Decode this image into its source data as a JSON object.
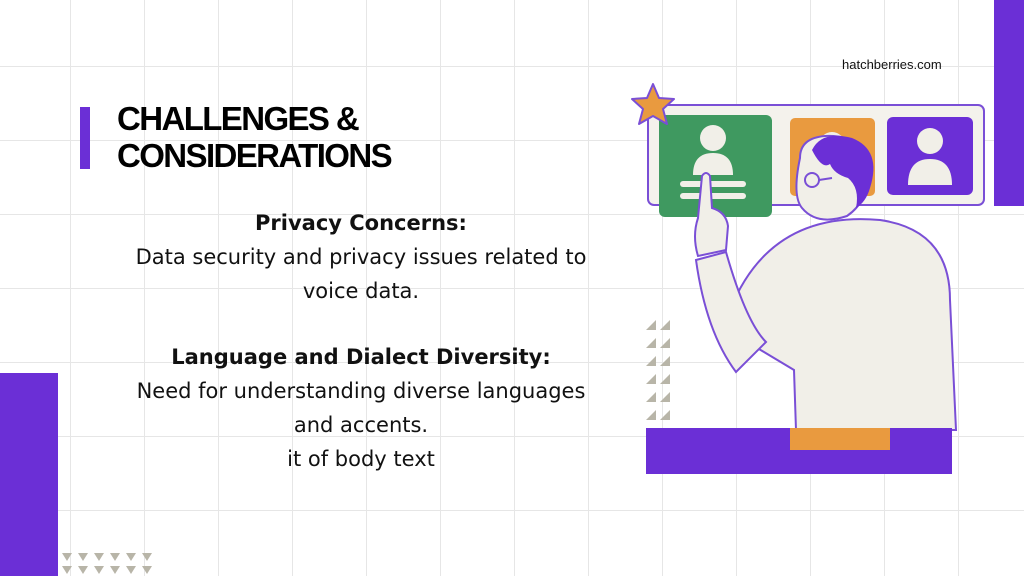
{
  "header": {
    "title_line1": "CHALLENGES &",
    "title_line2": "CONSIDERATIONS",
    "site": "hatchberries.com"
  },
  "content": {
    "privacy_heading": "Privacy Concerns:",
    "privacy_text_1": "Data security and privacy issues related to",
    "privacy_text_2": "voice data.",
    "language_heading": "Language and Dialect Diversity:",
    "language_text_1": "Need for understanding diverse languages",
    "language_text_2": "and accents.",
    "language_text_3": "it of body text"
  },
  "colors": {
    "purple": "#6b2fd6",
    "green": "#3f9960",
    "orange": "#e99a3f",
    "cream": "#f1efe8"
  },
  "icons": [
    "star-icon",
    "user-icon",
    "user-icon",
    "user-icon"
  ]
}
